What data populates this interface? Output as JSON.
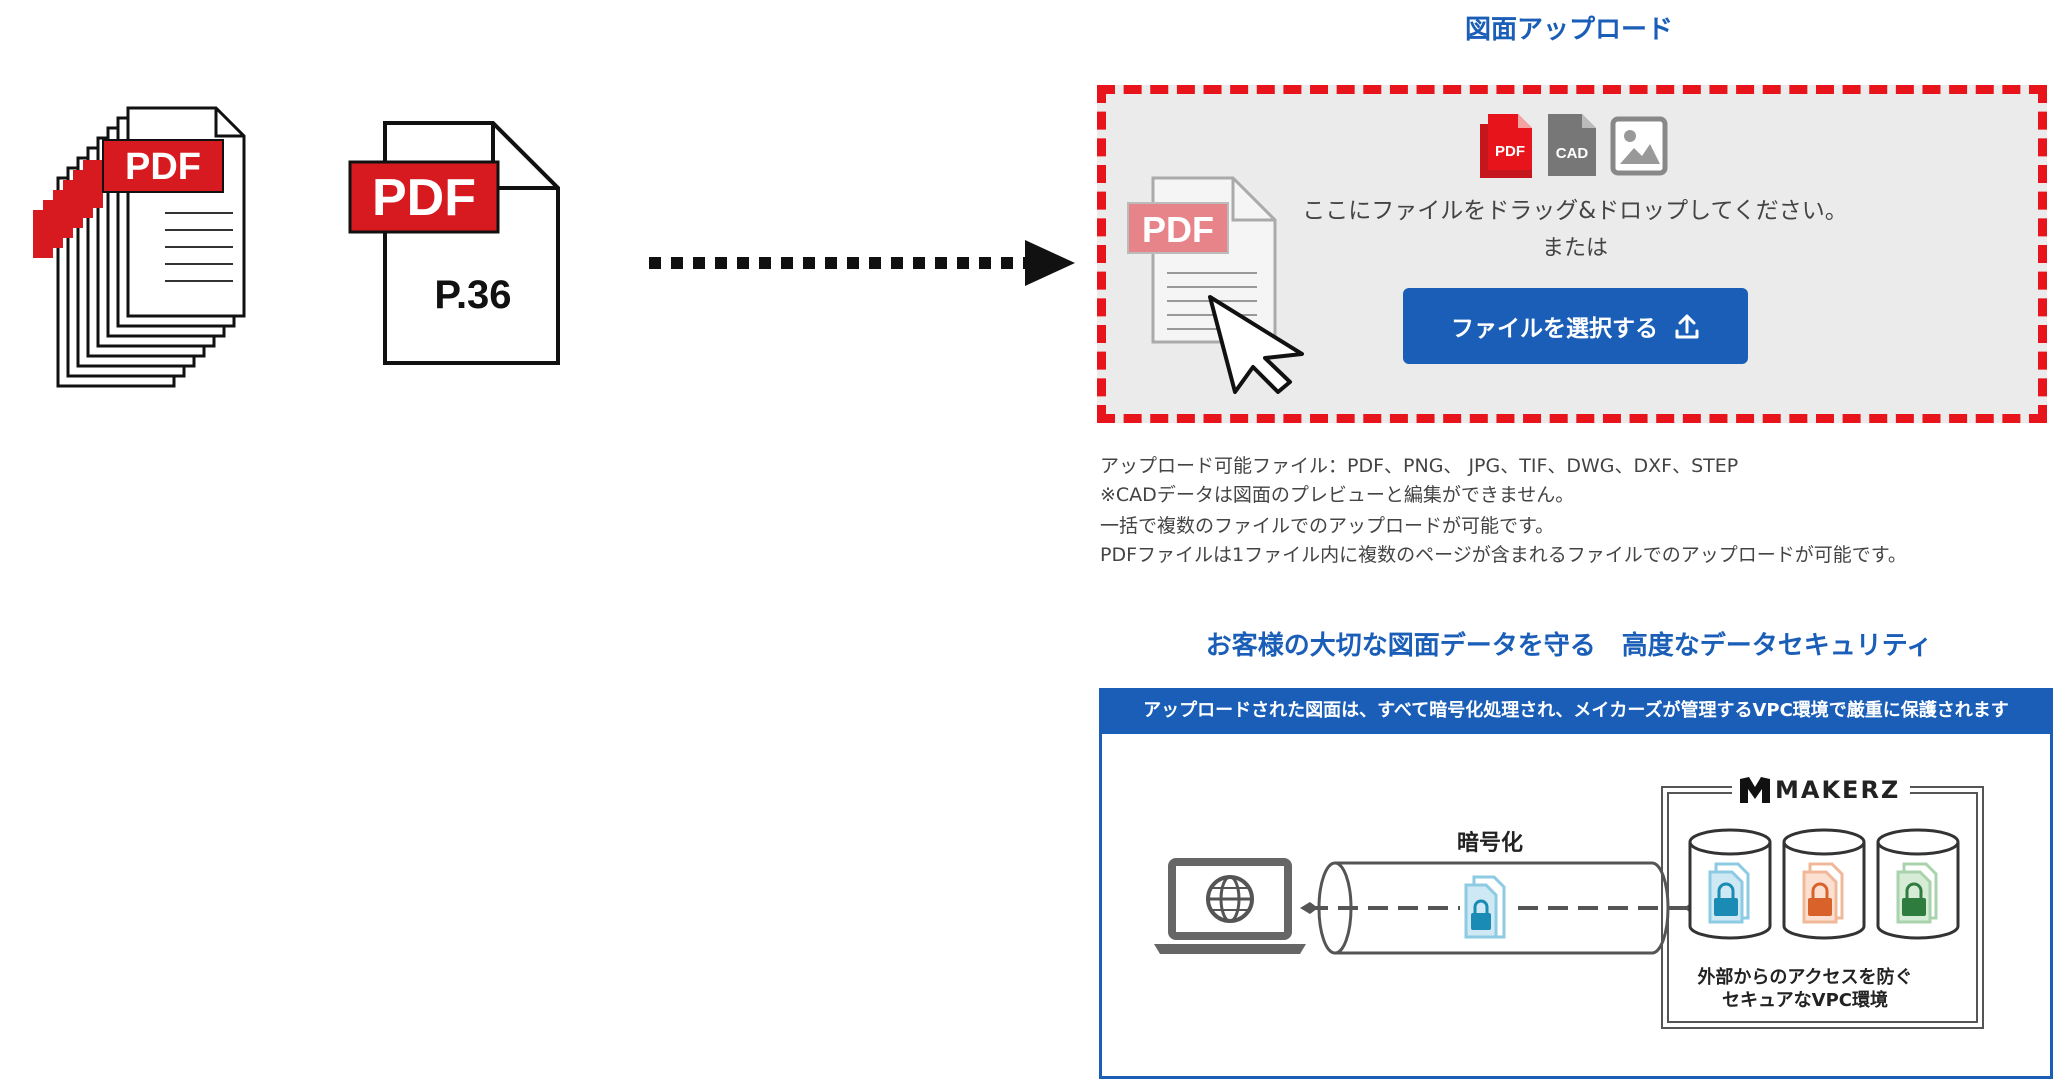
{
  "left_illustration": {
    "stack_icon": "pdf-stack-icon",
    "stack_label": "PDF",
    "single_label": "PDF",
    "single_page": "P.36",
    "arrow_icon": "dotted-arrow-right-icon"
  },
  "upload": {
    "title": "図面アップロード",
    "file_type_icons": [
      "PDF",
      "CAD"
    ],
    "image_icon": "image-icon",
    "ghost_pdf_label": "PDF",
    "cursor_icon": "cursor-arrow-icon",
    "drop_text": "ここにファイルをドラッグ&ドロップしてください。",
    "or_text": "または",
    "select_button": "ファイルを選択する",
    "select_icon": "upload-icon"
  },
  "notes": {
    "line1": "アップロード可能ファイル：PDF、PNG、 JPG、TIF、DWG、DXF、STEP",
    "line2": "※CADデータは図面のプレビューと編集ができません。",
    "line3": "一括で複数のファイルでのアップロードが可能です。",
    "line4": "PDFファイルは1ファイル内に複数のページが含まれるファイルでのアップロードが可能です。"
  },
  "security": {
    "title": "お客様の大切な図面データを守る　高度なデータセキュリティ",
    "header": "アップロードされた図面は、すべて暗号化処理され、メイカーズが管理するVPC環境で厳重に保護されます",
    "encryption_label": "暗号化",
    "brand": "MAKERZ",
    "vpc_line1": "外部からのアクセスを防ぐ",
    "vpc_line2": "セキュアなVPC環境",
    "colors": {
      "teal": "#1a8bb5",
      "orange": "#d9622b",
      "green": "#2e7d3e",
      "brand_blue": "#1a5eb8",
      "red": "#e8141b"
    }
  }
}
